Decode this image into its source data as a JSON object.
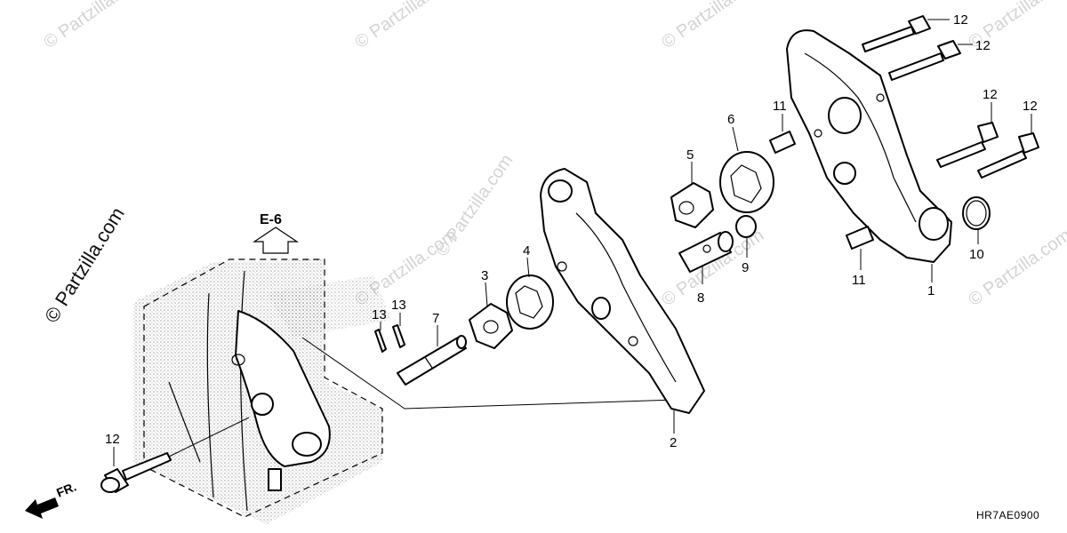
{
  "diagram": {
    "watermark_text": "© Partzilla.com",
    "reference_label": "E-6",
    "direction_label": "FR.",
    "diagram_code": "HR7AE0900",
    "callouts": [
      {
        "id": "c1",
        "label": "1"
      },
      {
        "id": "c2",
        "label": "2"
      },
      {
        "id": "c3",
        "label": "3"
      },
      {
        "id": "c4",
        "label": "4"
      },
      {
        "id": "c5",
        "label": "5"
      },
      {
        "id": "c6",
        "label": "6"
      },
      {
        "id": "c7",
        "label": "7"
      },
      {
        "id": "c8",
        "label": "8"
      },
      {
        "id": "c9",
        "label": "9"
      },
      {
        "id": "c10",
        "label": "10"
      },
      {
        "id": "c11a",
        "label": "11"
      },
      {
        "id": "c11b",
        "label": "11"
      },
      {
        "id": "c12a",
        "label": "12"
      },
      {
        "id": "c12b",
        "label": "12"
      },
      {
        "id": "c12c",
        "label": "12"
      },
      {
        "id": "c12d",
        "label": "12"
      },
      {
        "id": "c12e",
        "label": "12"
      },
      {
        "id": "c13a",
        "label": "13"
      },
      {
        "id": "c13b",
        "label": "13"
      }
    ]
  }
}
